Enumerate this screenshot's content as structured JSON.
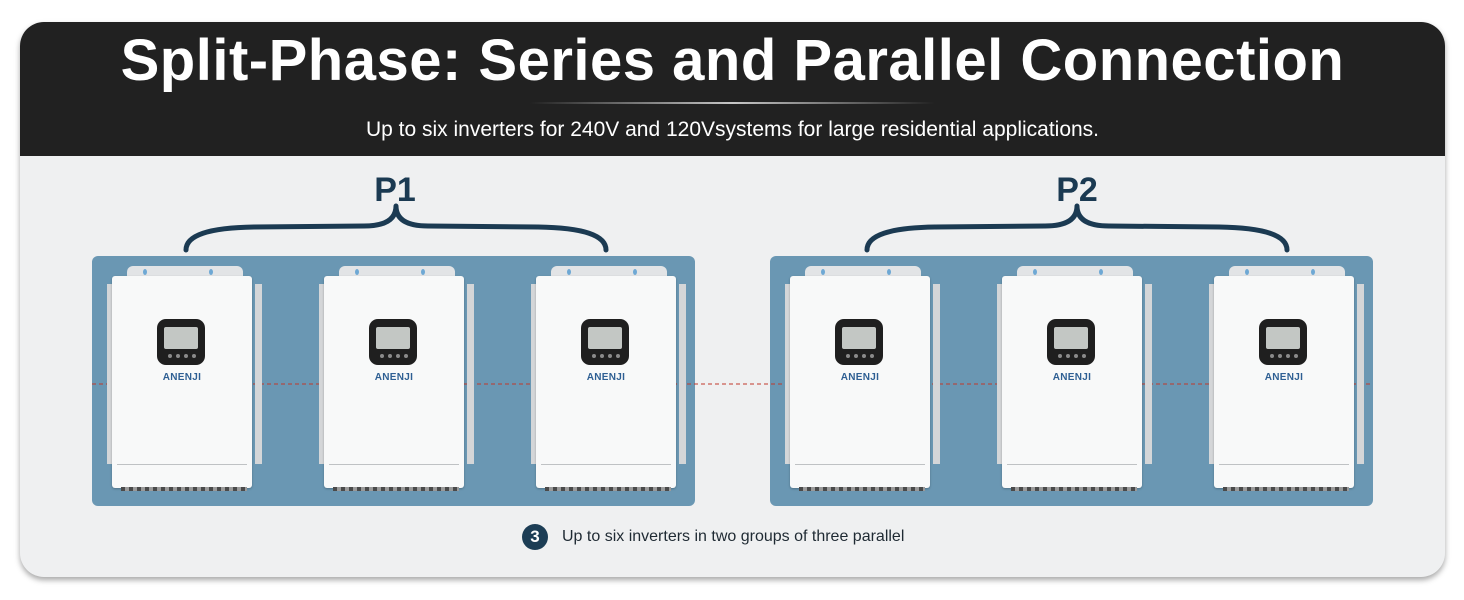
{
  "header": {
    "title": "Split-Phase: Series and Parallel Connection",
    "subtitle": "Up to six inverters for 240V and 120Vsystems for large residential applications."
  },
  "groups": [
    {
      "label": "P1",
      "inverters": [
        {
          "brand": "ANENJI"
        },
        {
          "brand": "ANENJI"
        },
        {
          "brand": "ANENJI"
        }
      ]
    },
    {
      "label": "P2",
      "inverters": [
        {
          "brand": "ANENJI"
        },
        {
          "brand": "ANENJI"
        },
        {
          "brand": "ANENJI"
        }
      ]
    }
  ],
  "note": {
    "number": "3",
    "text": "Up to six inverters in two groups of three parallel"
  },
  "colors": {
    "header_bg": "#212121",
    "card_bg": "#eff0f1",
    "group_bg": "#6a97b3",
    "accent_dark": "#1b3a52",
    "connector": "#c0392b"
  }
}
